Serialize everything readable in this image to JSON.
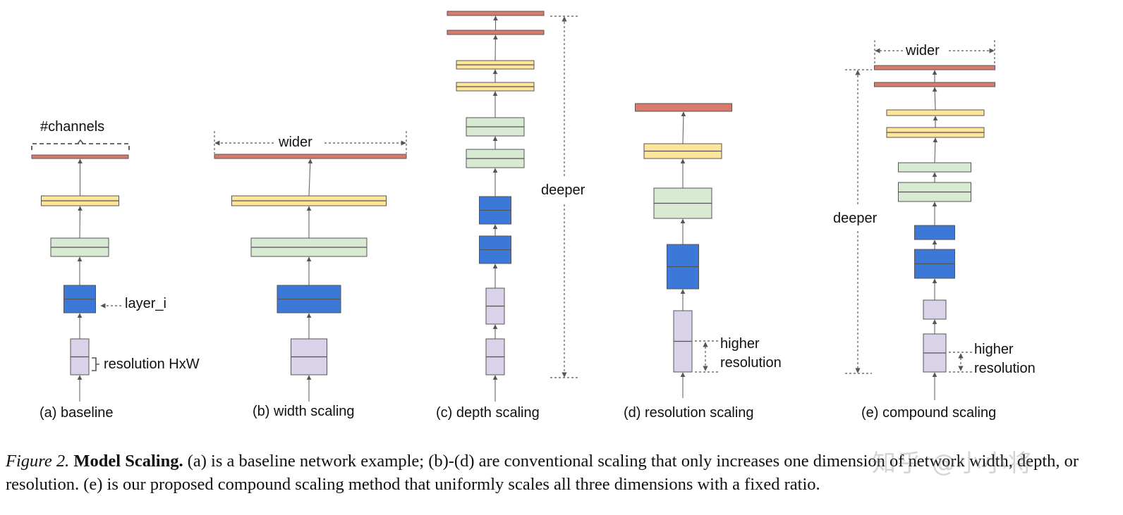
{
  "colors": {
    "red": "#d97a6c",
    "yellow": "#ffe59a",
    "green": "#d9ead3",
    "blue": "#3c78d8",
    "lavender": "#d9d2e9",
    "stroke": "#555555"
  },
  "panels": {
    "a": {
      "label": "(a) baseline",
      "channels_label": "#channels",
      "layer_label": "layer_i",
      "resolution_label": "resolution HxW"
    },
    "b": {
      "label": "(b) width scaling",
      "wider_label": "wider"
    },
    "c": {
      "label": "(c) depth scaling",
      "deeper_label": "deeper"
    },
    "d": {
      "label": "(d) resolution scaling",
      "higher_label": "higher",
      "resolution_label": "resolution"
    },
    "e": {
      "label": "(e) compound scaling",
      "wider_label": "wider",
      "deeper_label": "deeper",
      "higher_label": "higher",
      "resolution_label": "resolution"
    }
  },
  "caption": {
    "figure_label": "Figure 2.",
    "title": "Model Scaling.",
    "text": " (a) is a baseline network example; (b)-(d) are conventional scaling that only increases one dimension of network width, depth, or resolution. (e) is our proposed compound scaling method that uniformly scales all three dimensions with a fixed ratio."
  },
  "watermark": "知乎 @小小将"
}
